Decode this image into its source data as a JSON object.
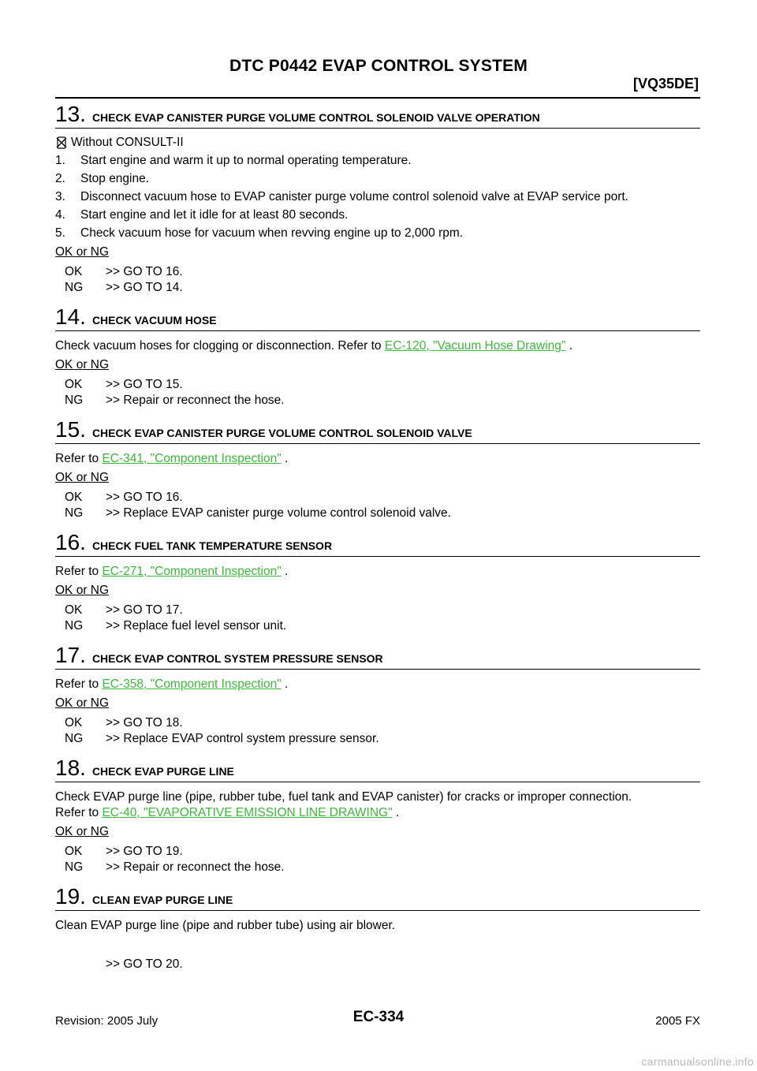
{
  "header": {
    "title": "DTC P0442 EVAP CONTROL SYSTEM",
    "engine": "[VQ35DE]"
  },
  "steps": [
    {
      "num": "13.",
      "title": "CHECK EVAP CANISTER PURGE VOLUME CONTROL SOLENOID VALVE OPERATION",
      "consult": "Without CONSULT-II",
      "list": [
        {
          "n": "1.",
          "text": "Start engine and warm it up to normal operating temperature."
        },
        {
          "n": "2.",
          "text": "Stop engine."
        },
        {
          "n": "3.",
          "text": "Disconnect vacuum hose to EVAP canister purge volume control solenoid valve at EVAP service port."
        },
        {
          "n": "4.",
          "text": "Start engine and let it idle for at least 80 seconds."
        },
        {
          "n": "5.",
          "text": "Check vacuum hose for vacuum when revving engine up to 2,000 rpm."
        }
      ],
      "okng": "OK or NG",
      "ok_tag": "OK",
      "ok": ">> GO TO 16.",
      "ng_tag": "NG",
      "ng": ">> GO TO 14."
    },
    {
      "num": "14.",
      "title": "CHECK VACUUM HOSE",
      "text_before": "Check vacuum hoses for clogging or disconnection. Refer to ",
      "link": "EC-120, \"Vacuum Hose Drawing\"",
      "text_after": " .",
      "okng": "OK or NG",
      "ok_tag": "OK",
      "ok": ">> GO TO 15.",
      "ng_tag": "NG",
      "ng": ">> Repair or reconnect the hose."
    },
    {
      "num": "15.",
      "title": "CHECK EVAP CANISTER PURGE VOLUME CONTROL SOLENOID VALVE",
      "text_before": "Refer to ",
      "link": "EC-341, \"Component Inspection\"",
      "text_after": " .",
      "okng": "OK or NG",
      "ok_tag": "OK",
      "ok": ">> GO TO 16.",
      "ng_tag": "NG",
      "ng": ">> Replace EVAP canister purge volume control solenoid valve."
    },
    {
      "num": "16.",
      "title": "CHECK FUEL TANK TEMPERATURE SENSOR",
      "text_before": "Refer to ",
      "link": "EC-271, \"Component Inspection\"",
      "text_after": " .",
      "okng": "OK or NG",
      "ok_tag": "OK",
      "ok": ">> GO TO 17.",
      "ng_tag": "NG",
      "ng": ">> Replace fuel level sensor unit."
    },
    {
      "num": "17.",
      "title": "CHECK EVAP CONTROL SYSTEM PRESSURE SENSOR",
      "text_before": "Refer to ",
      "link": "EC-358, \"Component Inspection\"",
      "text_after": " .",
      "okng": "OK or NG",
      "ok_tag": "OK",
      "ok": ">> GO TO 18.",
      "ng_tag": "NG",
      "ng": ">> Replace EVAP control system pressure sensor."
    },
    {
      "num": "18.",
      "title": "CHECK EVAP PURGE LINE",
      "text_line1": "Check EVAP purge line (pipe, rubber tube, fuel tank and EVAP canister) for cracks or improper connection.",
      "text_before": "Refer to ",
      "link": "EC-40, \"EVAPORATIVE EMISSION LINE DRAWING\"",
      "text_after": " .",
      "okng": "OK or NG",
      "ok_tag": "OK",
      "ok": ">> GO TO 19.",
      "ng_tag": "NG",
      "ng": ">> Repair or reconnect the hose."
    },
    {
      "num": "19.",
      "title": "CLEAN EVAP PURGE LINE",
      "text": "Clean EVAP purge line (pipe and rubber tube) using air blower.",
      "goto": ">> GO TO 20."
    }
  ],
  "footer": {
    "revision": "Revision: 2005 July",
    "page": "EC-334",
    "model": "2005 FX"
  },
  "watermark": "carmanualsonline.info"
}
